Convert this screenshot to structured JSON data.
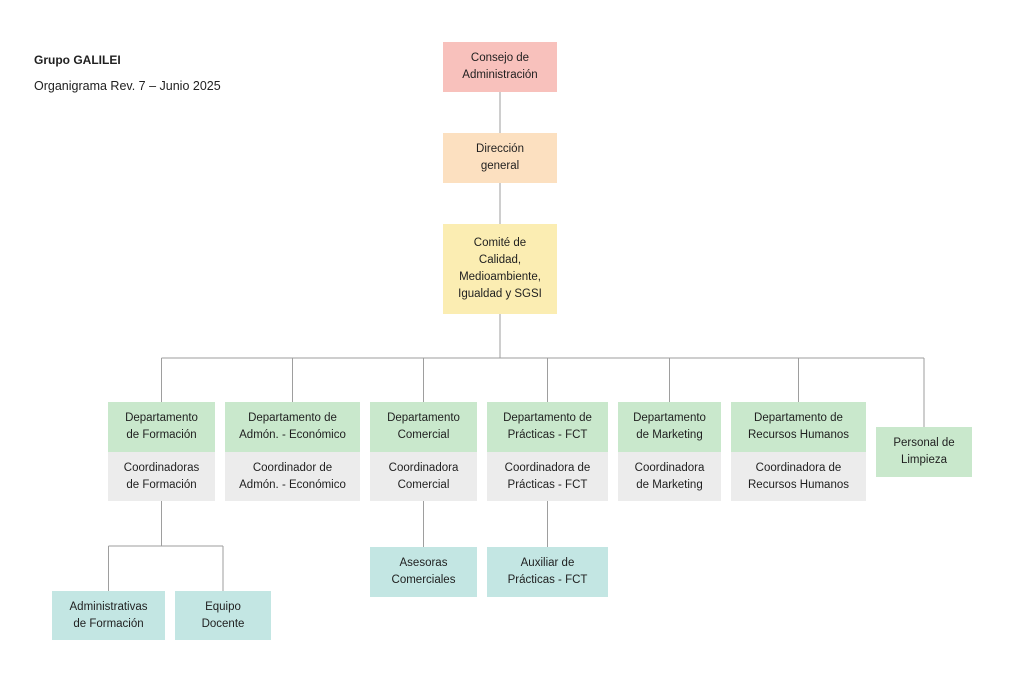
{
  "header": {
    "title": "Grupo GALILEI",
    "subtitle": "Organigrama Rev. 7 – Junio 2025"
  },
  "colors": {
    "board": "#f8c1bc",
    "direction": "#fce0c0",
    "committee": "#fbedb2",
    "department": "#c9e8cc",
    "coordinator": "#ececec",
    "staff": "#c3e6e3",
    "connector": "#9e9e9e"
  },
  "nodes": {
    "consejo": {
      "label": "Consejo de\nAdministración",
      "kind": "board"
    },
    "direccion": {
      "label": "Dirección\ngeneral",
      "kind": "direction"
    },
    "comite": {
      "label": "Comité de\nCalidad,\nMedioambiente,\nIgualdad y SGSI",
      "kind": "committee"
    },
    "dep_formacion": {
      "label": "Departamento\nde Formación",
      "kind": "department"
    },
    "coord_formacion": {
      "label": "Coordinadoras\nde Formación",
      "kind": "coordinator"
    },
    "dep_admon": {
      "label": "Departamento de\nAdmón. - Económico",
      "kind": "department"
    },
    "coord_admon": {
      "label": "Coordinador de\nAdmón. - Económico",
      "kind": "coordinator"
    },
    "dep_comercial": {
      "label": "Departamento\nComercial",
      "kind": "department"
    },
    "coord_comercial": {
      "label": "Coordinadora\nComercial",
      "kind": "coordinator"
    },
    "dep_practicas": {
      "label": "Departamento de\nPrácticas - FCT",
      "kind": "department"
    },
    "coord_practicas": {
      "label": "Coordinadora de\nPrácticas - FCT",
      "kind": "coordinator"
    },
    "dep_marketing": {
      "label": "Departamento\nde Marketing",
      "kind": "department"
    },
    "coord_marketing": {
      "label": "Coordinadora\nde Marketing",
      "kind": "coordinator"
    },
    "dep_rrhh": {
      "label": "Departamento de\nRecursos Humanos",
      "kind": "department"
    },
    "coord_rrhh": {
      "label": "Coordinadora de\nRecursos Humanos",
      "kind": "coordinator"
    },
    "limpieza": {
      "label": "Personal de\nLimpieza",
      "kind": "department"
    },
    "admin_formacion": {
      "label": "Administrativas\nde Formación",
      "kind": "staff"
    },
    "equipo_docente": {
      "label": "Equipo\nDocente",
      "kind": "staff"
    },
    "asesoras": {
      "label": "Asesoras\nComerciales",
      "kind": "staff"
    },
    "auxiliar": {
      "label": "Auxiliar de\nPrácticas - FCT",
      "kind": "staff"
    }
  },
  "edges": [
    [
      "consejo",
      "direccion"
    ],
    [
      "direccion",
      "comite"
    ],
    [
      "comite",
      "dep_formacion"
    ],
    [
      "comite",
      "dep_admon"
    ],
    [
      "comite",
      "dep_comercial"
    ],
    [
      "comite",
      "dep_practicas"
    ],
    [
      "comite",
      "dep_marketing"
    ],
    [
      "comite",
      "dep_rrhh"
    ],
    [
      "comite",
      "limpieza"
    ],
    [
      "dep_formacion",
      "coord_formacion"
    ],
    [
      "dep_admon",
      "coord_admon"
    ],
    [
      "dep_comercial",
      "coord_comercial"
    ],
    [
      "dep_practicas",
      "coord_practicas"
    ],
    [
      "dep_marketing",
      "coord_marketing"
    ],
    [
      "dep_rrhh",
      "coord_rrhh"
    ],
    [
      "coord_formacion",
      "admin_formacion"
    ],
    [
      "coord_formacion",
      "equipo_docente"
    ],
    [
      "coord_comercial",
      "asesoras"
    ],
    [
      "coord_practicas",
      "auxiliar"
    ]
  ]
}
